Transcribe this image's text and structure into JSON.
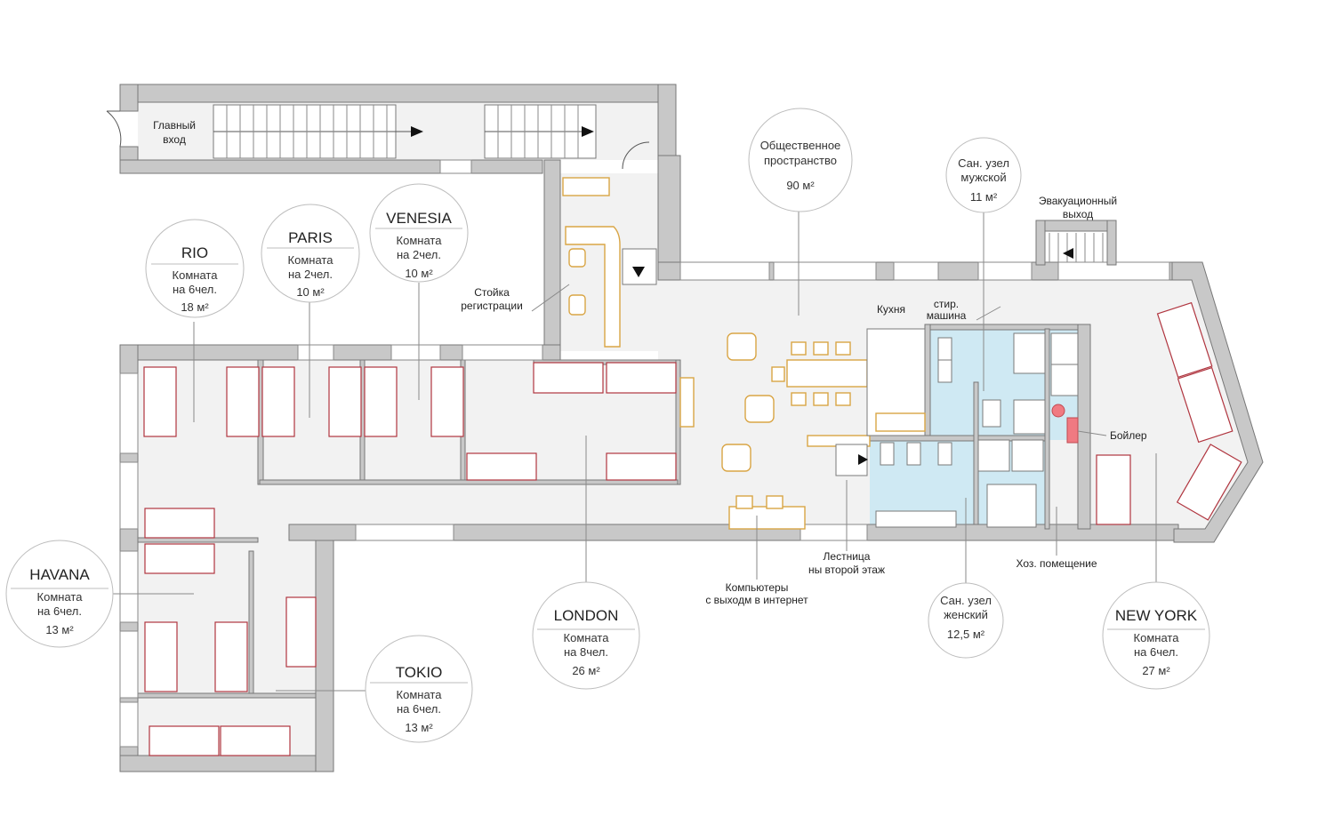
{
  "labels": {
    "main_entrance": [
      "Главный",
      "вход"
    ],
    "reception": [
      "Стойка",
      "регистрации"
    ],
    "kitchen": "Кухня",
    "washing_machine": [
      "стир.",
      "машина"
    ],
    "evac_exit": [
      "Эвакуационный",
      "выход"
    ],
    "boiler": "Бойлер",
    "utility": "Хоз. помещение",
    "stairs": [
      "Лестница",
      "ны второй этаж"
    ],
    "computers": [
      "Компьютеры",
      "с выходм в интернет"
    ]
  },
  "rooms": [
    {
      "key": "rio",
      "name": "RIO",
      "lines": [
        "Комната",
        "на 6чел."
      ],
      "area": "18 м²"
    },
    {
      "key": "paris",
      "name": "PARIS",
      "lines": [
        "Комната",
        "на 2чел."
      ],
      "area": "10 м²"
    },
    {
      "key": "venesia",
      "name": "VENESIA",
      "lines": [
        "Комната",
        "на 2чел."
      ],
      "area": "10 м²"
    },
    {
      "key": "havana",
      "name": "HAVANA",
      "lines": [
        "Комната",
        "на 6чел."
      ],
      "area": "13 м²"
    },
    {
      "key": "tokio",
      "name": "TOKIO",
      "lines": [
        "Комната",
        "на 6чел."
      ],
      "area": "13 м²"
    },
    {
      "key": "london",
      "name": "LONDON",
      "lines": [
        "Комната",
        "на 8чел."
      ],
      "area": "26 м²"
    },
    {
      "key": "newyork",
      "name": "NEW YORK",
      "lines": [
        "Комната",
        "на 6чел."
      ],
      "area": "27 м²"
    }
  ],
  "spaces": [
    {
      "key": "public",
      "lines": [
        "Общественное",
        "пространство"
      ],
      "area": "90 м²"
    },
    {
      "key": "wc_male",
      "lines": [
        "Сан. узел",
        "мужской"
      ],
      "area": "11 м²"
    },
    {
      "key": "wc_female",
      "lines": [
        "Сан. узел",
        "женский"
      ],
      "area": "12,5 м²"
    }
  ],
  "colors": {
    "wall": "#c8c8c8",
    "bed": "#b0353f",
    "furniture_accent": "#d9a545",
    "wet_zone": "#cfe9f3"
  }
}
